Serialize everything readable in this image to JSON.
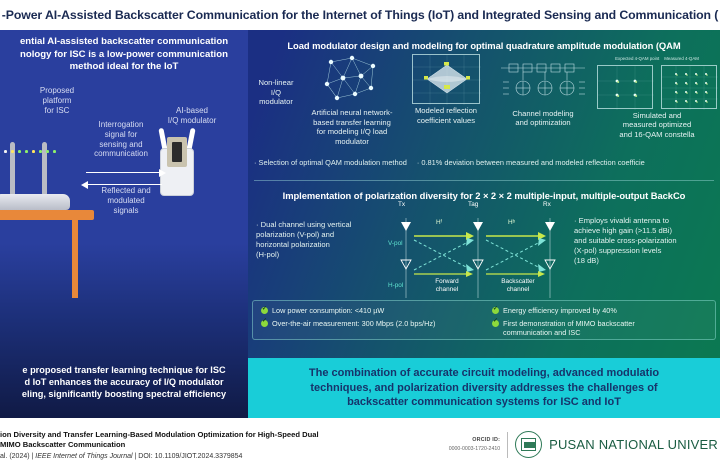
{
  "title": "-Power AI-Assisted Backscatter Communication for the Internet of Things (IoT) and Integrated Sensing and Communication (",
  "left_panel": {
    "headline": "ential AI-assisted backscatter communication\nnology for ISC is a low-power communication\nmethod ideal for the IoT",
    "labels": {
      "platform": "Proposed\nplatform\nfor ISC",
      "ai_modulator": "AI-based\nI/Q modulator",
      "interrogation": "Interrogation\nsignal for\nsensing and\ncommunication",
      "reflected": "Reflected and\nmodulated\nsignals"
    },
    "footer_text": "e proposed transfer learning technique for ISC\nd IoT enhances the accuracy of I/Q modulator\neling, significantly boosting spectral efficiency"
  },
  "section1": {
    "title": "Load modulator design and modeling for optimal quadrature amplitude modulation (QAM",
    "pipeline": [
      {
        "label": "Non-linear\nI/Q\nmodulator",
        "icon": "nonlinear-modulator-icon"
      },
      {
        "label": "Artificial neural network-\nbased transfer learning\nfor modeling I/Q load\nmodulator",
        "icon": "neural-network-icon"
      },
      {
        "label": "Modeled reflection\ncoefficient values",
        "icon": "reflection-surface-plot-icon"
      },
      {
        "label": "Channel modeling\nand optimization",
        "icon": "circuit-schematic-icon"
      },
      {
        "label": "Simulated and\nmeasured optimized\nand 16-QAM constella",
        "icon": "constellation-plot-icon"
      }
    ],
    "constellation_legend": [
      "Expected 4-QAM point",
      "Measured 4-QAM"
    ],
    "bullets": [
      "· Selection of optimal QAM modulation method",
      "· 0.81% deviation between measured and modeled reflection coefficie"
    ]
  },
  "section2": {
    "title": "Implementation of polarization diversity for 2 × 2 × 2 multiple-input, multiple-output BackCo",
    "left_bullet": "· Dual channel using vertical\n   polarization (V-pol) and\n   horizontal polarization\n   (H-pol)",
    "right_bullet": "· Employs vivaldi antenna to\n   achieve high gain (>11.5 dBi)\n   and suitable cross-polarization\n   (X-pol) suppression levels\n   (18 dB)",
    "diagram": {
      "node_tx": "Tx",
      "node_tag": "Tag",
      "node_rx": "Rx",
      "v_pol": "V-pol",
      "h_pol": "H-pol",
      "h_forward": "Hᶠ",
      "h_backscatter": "Hᵇ",
      "forward_channel": "Forward\nchannel",
      "backscatter_channel": "Backscatter\nchannel"
    },
    "highlights_left": [
      "Low power consumption: <410 µW",
      "Over-the-air measurement: 300 Mbps (2.0 bps/Hz)"
    ],
    "highlights_right": [
      "Energy efficiency improved by 40%",
      "First demonstration of MIMO backscatter\ncommunication and ISC"
    ]
  },
  "conclusion": "The combination of accurate circuit modeling, advanced modulatio\ntechniques, and polarization diversity addresses the challenges of\nbackscatter communication systems for ISC and IoT",
  "footer": {
    "paper_title": "ion Diversity and Transfer Learning-Based Modulation Optimization for High-Speed Dual\nMIMO Backscatter Communication",
    "citation_plain_1": "al. (2024)  |  ",
    "citation_italic": "IEEE Internet of Things Journal",
    "citation_plain_2": "  |  DOI: 10.1109/JIOT.2024.3379854",
    "orcid_label": "ORCID ID:",
    "orcid_number": "0000-0003-1720-2410",
    "university": "PUSAN NATIONAL UNIVER"
  },
  "colors": {
    "title_navy": "#1a2a52",
    "left_blue": "#2a3f9e",
    "right_teal": "#0b7a50",
    "conclusion_bg": "#19cdd8",
    "conclusion_text": "#16346b",
    "check_green": "#8dd93c",
    "accent_cyan": "#5fe3d0"
  }
}
